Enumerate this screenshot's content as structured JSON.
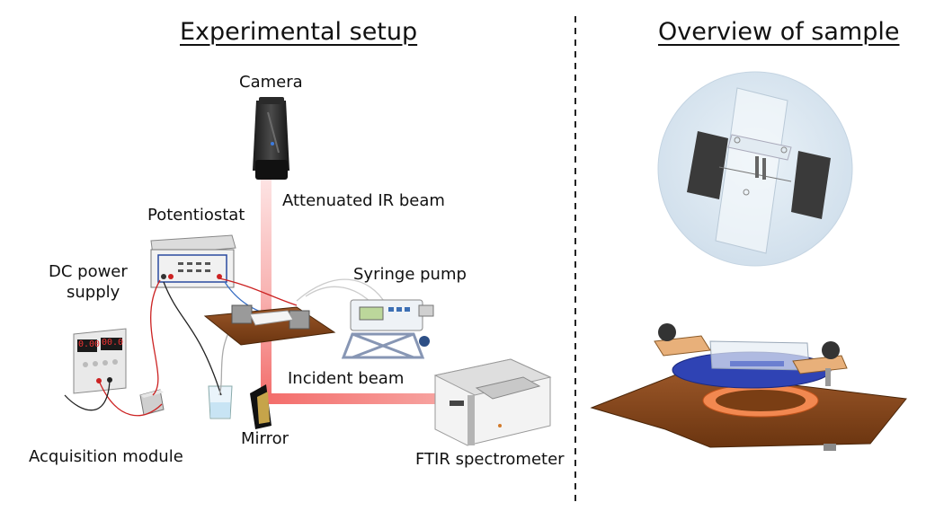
{
  "sections": {
    "left_title": "Experimental setup",
    "right_title": "Overview of sample"
  },
  "labels": {
    "camera": "Camera",
    "attenuated_beam": "Attenuated IR beam",
    "potentiostat": "Potentiostat",
    "dc_power_supply_line1": "DC power",
    "dc_power_supply_line2": "supply",
    "syringe_pump": "Syringe pump",
    "incident_beam": "Incident beam",
    "mirror": "Mirror",
    "acquisition_module": "Acquisition module",
    "ftir_spectrometer": "FTIR spectrometer"
  },
  "power_supply_display": {
    "left": "0.00",
    "right": "00.0"
  },
  "colors": {
    "ir_beam": "#f4706f",
    "holder_copper": "#8a4a1e",
    "sample_blue": "#2a3fb0",
    "sample_disc": "#dce8f2",
    "divider": "#222222"
  }
}
